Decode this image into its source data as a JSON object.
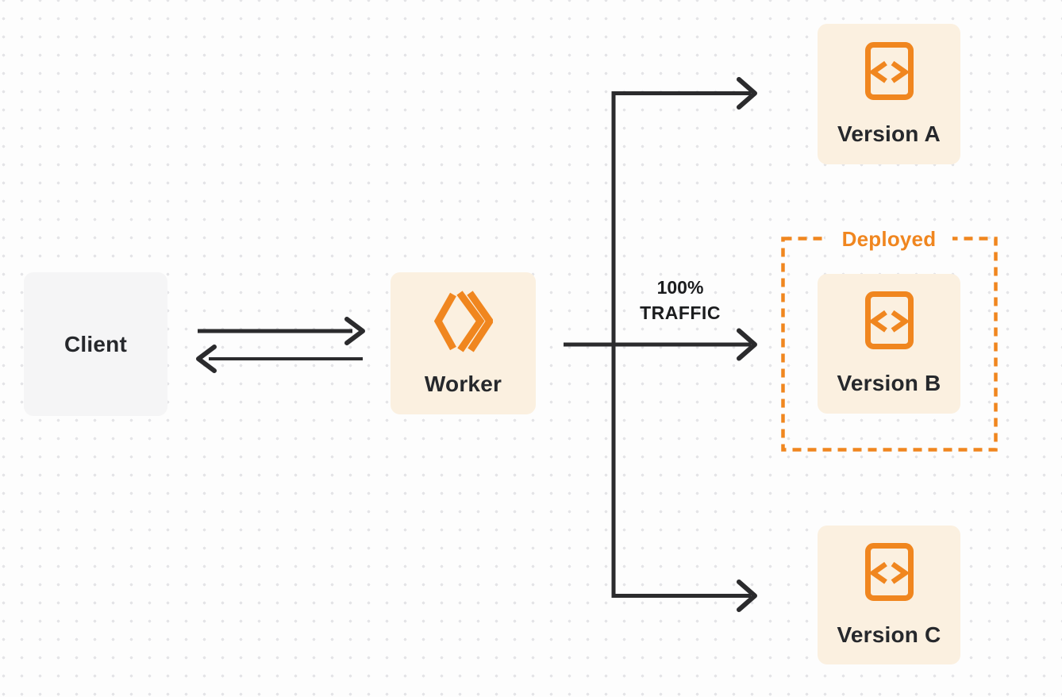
{
  "colors": {
    "orange": "#f0861f",
    "cream": "#fbf0e0",
    "client_bg": "#f5f5f6",
    "text_dark": "#26282c",
    "line_dark": "#2b2b2d",
    "page_bg": "#fdfdfd",
    "dot": "#e4e4e7"
  },
  "nodes": {
    "client": {
      "label": "Client"
    },
    "worker": {
      "label": "Worker",
      "icon": "cloudflare-workers-logo"
    },
    "version_a": {
      "label": "Version A",
      "icon": "code-file-icon"
    },
    "version_b": {
      "label": "Version B",
      "icon": "code-file-icon"
    },
    "version_c": {
      "label": "Version C",
      "icon": "code-file-icon"
    }
  },
  "annotations": {
    "deployed": {
      "label": "Deployed"
    },
    "traffic": {
      "line1": "100%",
      "line2": "TRAFFIC"
    }
  },
  "edges": [
    {
      "from": "client",
      "to": "worker",
      "type": "bidirectional"
    },
    {
      "from": "worker",
      "to": "version_a",
      "type": "arrow"
    },
    {
      "from": "worker",
      "to": "version_b",
      "type": "arrow",
      "label": "100% TRAFFIC"
    },
    {
      "from": "worker",
      "to": "version_c",
      "type": "arrow"
    }
  ]
}
